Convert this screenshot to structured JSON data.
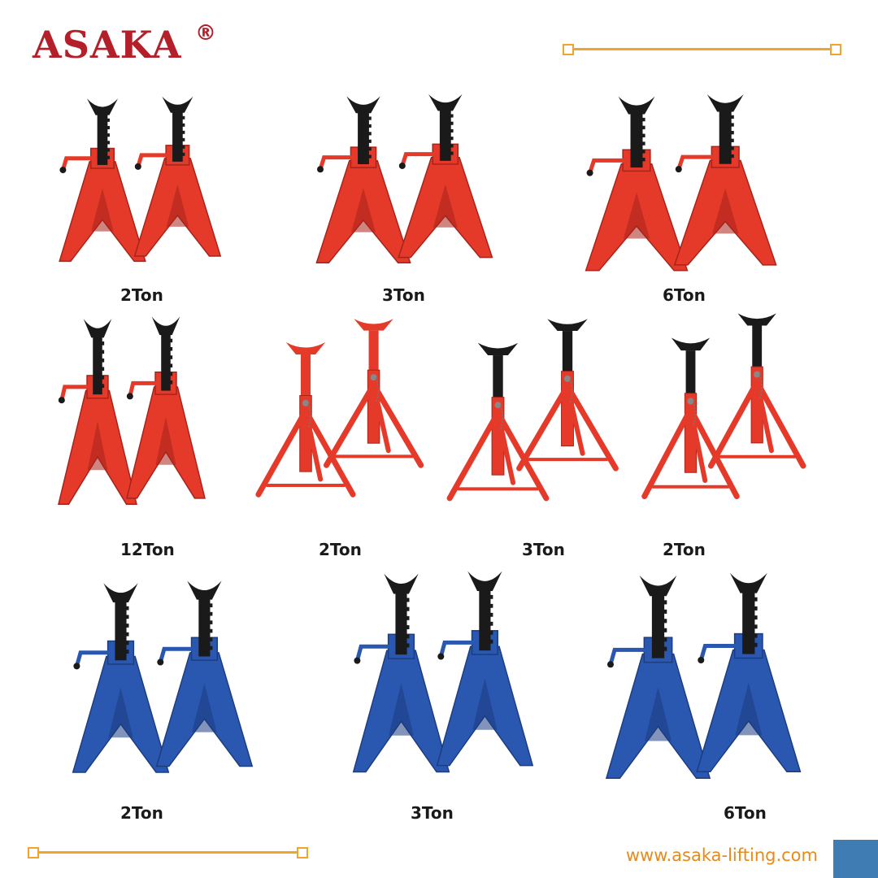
{
  "brand": {
    "name": "ASAKA",
    "registered_mark": "®",
    "color": "#b3202a"
  },
  "colors": {
    "accent_orange": "#f0a42a",
    "url_orange": "#e8891b",
    "stand_red": "#e53a2a",
    "stand_blue": "#2a58b0",
    "corner_blue": "#3f7cb3"
  },
  "rows": [
    {
      "items": [
        {
          "icon": "ratchet-jack-stand-pair-icon",
          "color": "red",
          "label": "2Ton"
        },
        {
          "icon": "ratchet-jack-stand-pair-icon",
          "color": "red",
          "label": "3Ton"
        },
        {
          "icon": "ratchet-jack-stand-pair-icon",
          "color": "red",
          "label": "6Ton"
        }
      ]
    },
    {
      "items": [
        {
          "icon": "ratchet-jack-stand-pair-icon",
          "color": "red",
          "label": "12Ton"
        },
        {
          "icon": "pin-jack-stand-pair-icon",
          "color": "red",
          "label": "2Ton"
        },
        {
          "icon": "pin-jack-stand-pair-icon",
          "color": "red",
          "label": "3Ton"
        },
        {
          "icon": "pin-jack-stand-pair-icon",
          "color": "red",
          "label": "2Ton"
        }
      ]
    },
    {
      "items": [
        {
          "icon": "ratchet-jack-stand-pair-icon",
          "color": "blue",
          "label": "2Ton"
        },
        {
          "icon": "ratchet-jack-stand-pair-icon",
          "color": "blue",
          "label": "3Ton"
        },
        {
          "icon": "ratchet-jack-stand-pair-icon",
          "color": "blue",
          "label": "6Ton"
        }
      ]
    }
  ],
  "footer": {
    "website": "www.asaka-lifting.com"
  }
}
